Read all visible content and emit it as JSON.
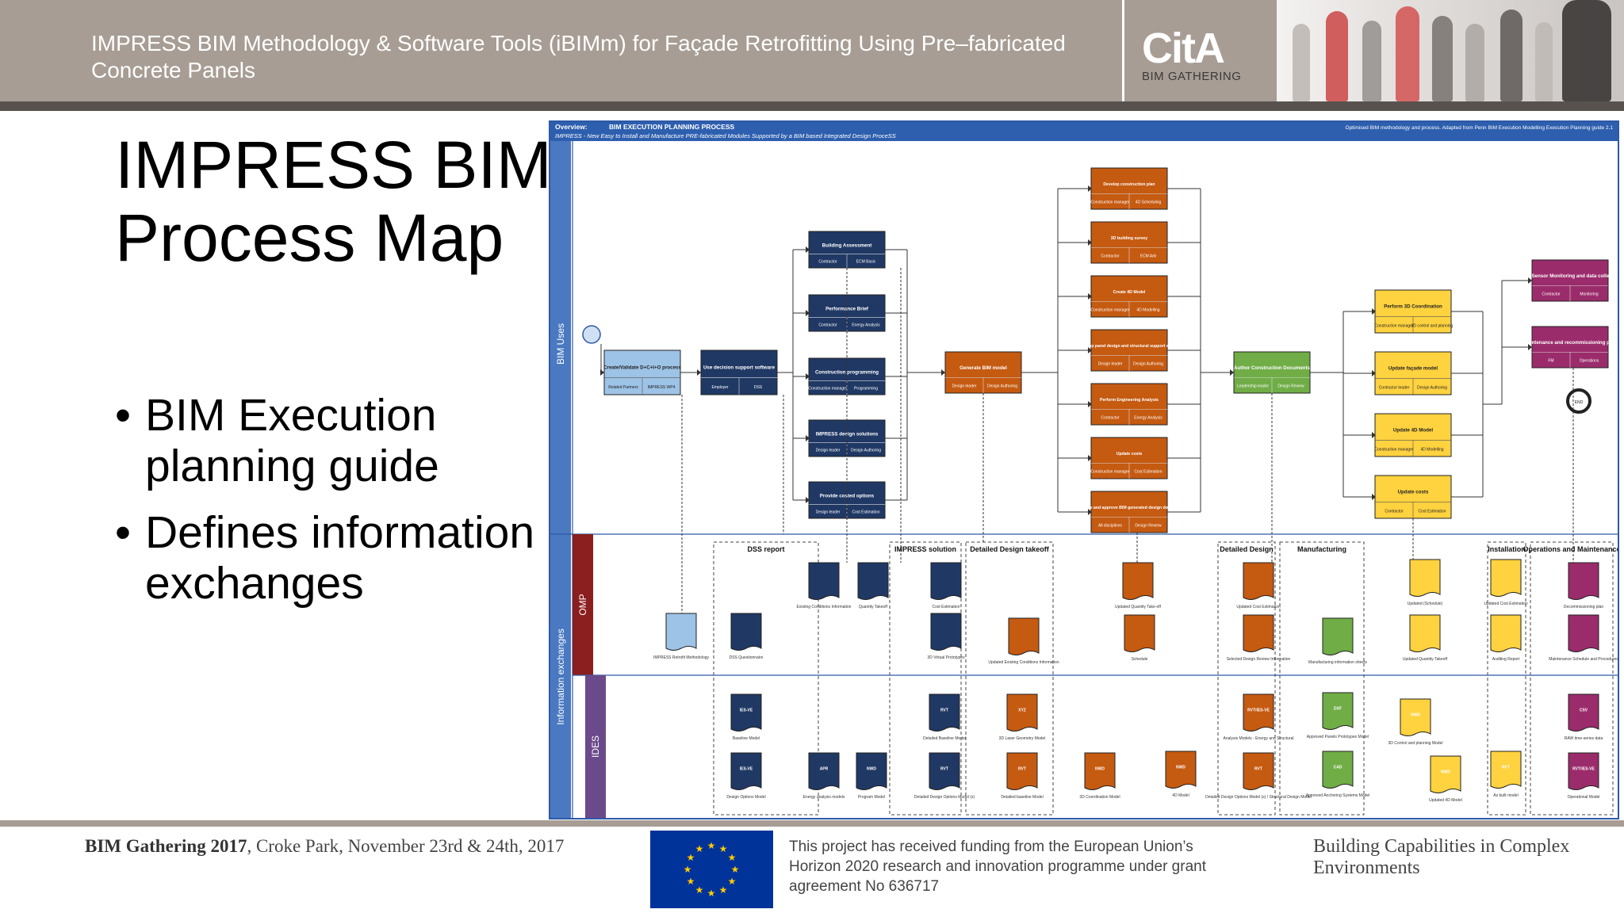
{
  "header": {
    "title": "IMPRESS BIM Methodology & Software Tools (iBIMm) for Façade Retrofitting Using Pre–fabricated Concrete Panels",
    "logo_main": "CitA",
    "logo_sub": "BIM GATHERING"
  },
  "slide": {
    "title": "IMPRESS BIM Process Map",
    "bullets": [
      "BIM Execution planning guide",
      "Defines information exchanges"
    ]
  },
  "diagram": {
    "overview_label": "Overview:",
    "overview_title": "BIM EXECUTION PLANNING PROCESS",
    "subtitle": "IMPRESS - New Easy to Install and Manufacture PRE-fabricated Modules Supported by a BIM based Integrated Design ProceSS",
    "note": "Optimised BIM methodology and process. Adapted from Penn BIM Execution Modelling Execution Planning guide 2.1",
    "lane_bim_uses": "BIM Uses",
    "lane_info": "Information exchanges",
    "lane_omp": "OMP",
    "lane_ides": "IDES",
    "colors": {
      "blue": "#203864",
      "orange": "#c55a11",
      "green": "#70ad47",
      "yellow": "#ffd23f",
      "purple": "#9b2c6b",
      "lightblue": "#9dc3e6",
      "lane_blue": "#4a79c1",
      "lane_red": "#8b1e1e",
      "lane_purple": "#6b4a8b"
    },
    "start_boxes": [
      {
        "title": "Create/Validate D+C+I+O process",
        "f1": "Related Partners",
        "f2": "IMPRESS WP4"
      },
      {
        "title": "Use decision support software",
        "f1": "Employer",
        "f2": "DSS"
      }
    ],
    "blue_tasks": [
      {
        "title": "Building Assessment",
        "f1": "Contractor",
        "f2": "ECM Basic"
      },
      {
        "title": "Performance Brief",
        "f1": "Contractor",
        "f2": "Energy Analysis"
      },
      {
        "title": "Construction programming",
        "f1": "Construction manager",
        "f2": "Programming"
      },
      {
        "title": "IMPRESS design solutions",
        "f1": "Design leader",
        "f2": "Design Authoring"
      },
      {
        "title": "Provide costed options",
        "f1": "Design leader",
        "f2": "Cost Estimation"
      }
    ],
    "generate": {
      "title": "Generate BIM model",
      "f1": "Design leader",
      "f2": "Design Authoring"
    },
    "orange_tasks": [
      {
        "title": "Develop construction plan",
        "f1": "Construction manager",
        "f2": "4D Scheduling"
      },
      {
        "title": "3D building survey",
        "f1": "Contractor",
        "f2": "ECM Adv"
      },
      {
        "title": "Create 4D Model",
        "f1": "Construction manager",
        "f2": "4D Modelling"
      },
      {
        "title": "Develop panel design and structural support system",
        "f1": "Design leader",
        "f2": "Design Authoring"
      },
      {
        "title": "Perform Engineering Analysis",
        "f1": "Contractor",
        "f2": "Energy Analysis"
      },
      {
        "title": "Update costs",
        "f1": "Construction manager",
        "f2": "Cost Estimation"
      },
      {
        "title": "Complete and approve BIM generated design documents",
        "f1": "All disciplines",
        "f2": "Design Review"
      }
    ],
    "green_task": {
      "title": "Author Construction Documents",
      "f1": "Leadership leader",
      "f2": "Design Review"
    },
    "yellow_tasks": [
      {
        "title": "Perform 3D Coordination",
        "f1": "Construction manager",
        "f2": "3D control and planning"
      },
      {
        "title": "Update façade model",
        "f1": "Contractor leader",
        "f2": "Design Authoring"
      },
      {
        "title": "Update 4D Model",
        "f1": "Construction manager",
        "f2": "4D Modelling"
      },
      {
        "title": "Update costs",
        "f1": "Contractor",
        "f2": "Cost Estimation"
      }
    ],
    "purple_tasks": [
      {
        "title": "BMS Sensor Monitoring and data collection",
        "f1": "Contractor",
        "f2": "Monitoring"
      },
      {
        "title": "Maintenance and recommissioning plan",
        "f1": "FM",
        "f2": "Operations"
      }
    ],
    "end_label": "END",
    "groups": [
      "DSS report",
      "IMPRESS solution",
      "Detailed Design takeoff",
      "Detailed Design",
      "Manufacturing",
      "Installation",
      "Operations and Maintenance"
    ],
    "omp_docs": [
      {
        "label": "IMPRESS Retrofit Methodology",
        "c": "lightblue"
      },
      {
        "label": "DSS Questionnaire",
        "c": "blue"
      },
      {
        "label": "Existing Conditions Information",
        "c": "blue"
      },
      {
        "label": "Quantity Takeoff",
        "c": "blue"
      },
      {
        "label": "Cost Estimation",
        "c": "blue"
      },
      {
        "label": "3D Virtual Prototypes",
        "c": "blue"
      },
      {
        "label": "Updated Existing Conditions Information",
        "c": "orange"
      },
      {
        "label": "Updated Quantity Take-off",
        "c": "orange"
      },
      {
        "label": "Schedule",
        "c": "orange"
      },
      {
        "label": "Updated Cost Estimation",
        "c": "orange"
      },
      {
        "label": "Selected Design Review Information",
        "c": "orange"
      },
      {
        "label": "Manufacturing information sheets",
        "c": "green"
      },
      {
        "label": "Updated (Schedule)",
        "c": "yellow"
      },
      {
        "label": "Updated Quantity Takeoff",
        "c": "yellow"
      },
      {
        "label": "Updated Cost Estimation",
        "c": "yellow"
      },
      {
        "label": "Auditing Report",
        "c": "yellow"
      },
      {
        "label": "Decommissioning plan",
        "c": "purple"
      },
      {
        "label": "Maintenance Schedule and Procedures",
        "c": "purple"
      }
    ],
    "ides_docs": [
      {
        "tag": "IES-VE",
        "label": "Baseline Model",
        "c": "blue"
      },
      {
        "tag": "IES-VE",
        "label": "Design Options Model",
        "c": "blue"
      },
      {
        "tag": "APR",
        "label": "Energy analysis models",
        "c": "blue"
      },
      {
        "tag": "NWD",
        "label": "Program Model",
        "c": "blue"
      },
      {
        "tag": "RVT",
        "label": "Detailed Baseline Model",
        "c": "blue"
      },
      {
        "tag": "RVT",
        "label": "Detailed Design Options Model (s)",
        "c": "blue"
      },
      {
        "tag": "XYZ",
        "label": "3D Laser Geometry Model",
        "c": "orange"
      },
      {
        "tag": "RVT",
        "label": "Detailed baseline Model",
        "c": "orange"
      },
      {
        "tag": "NWD",
        "label": "3D Coordination Model",
        "c": "orange"
      },
      {
        "tag": "NWD",
        "label": "4D Model",
        "c": "orange"
      },
      {
        "tag": "RVT/IES-VE",
        "label": "Analysis Models - Energy and Structural",
        "c": "orange"
      },
      {
        "tag": "RVT",
        "label": "Detailed Design Options Model (s) / Structural Design Model",
        "c": "orange"
      },
      {
        "tag": "DXF",
        "label": "Approved Panels Prototypes Model",
        "c": "green"
      },
      {
        "tag": "CAD",
        "label": "Approved Anchoring Systems Model",
        "c": "green"
      },
      {
        "tag": "NWD",
        "label": "3D Control and planning Model",
        "c": "yellow"
      },
      {
        "tag": "NWD",
        "label": "Updated 4D Model",
        "c": "yellow"
      },
      {
        "tag": "RVT",
        "label": "As built model",
        "c": "yellow"
      },
      {
        "tag": "CSV",
        "label": "RAW time-series data",
        "c": "purple"
      },
      {
        "tag": "RVT/IES-VE",
        "label": "Operational Model",
        "c": "purple"
      }
    ]
  },
  "footer": {
    "event_bold": "BIM Gathering 2017",
    "event_rest": ", Croke Park, November 23rd & 24th, 2017",
    "funding": "This project has received funding from the European Union’s Horizon 2020 research and innovation programme under grant agreement No 636717",
    "tagline": "Building Capabilities in Complex Environments"
  }
}
